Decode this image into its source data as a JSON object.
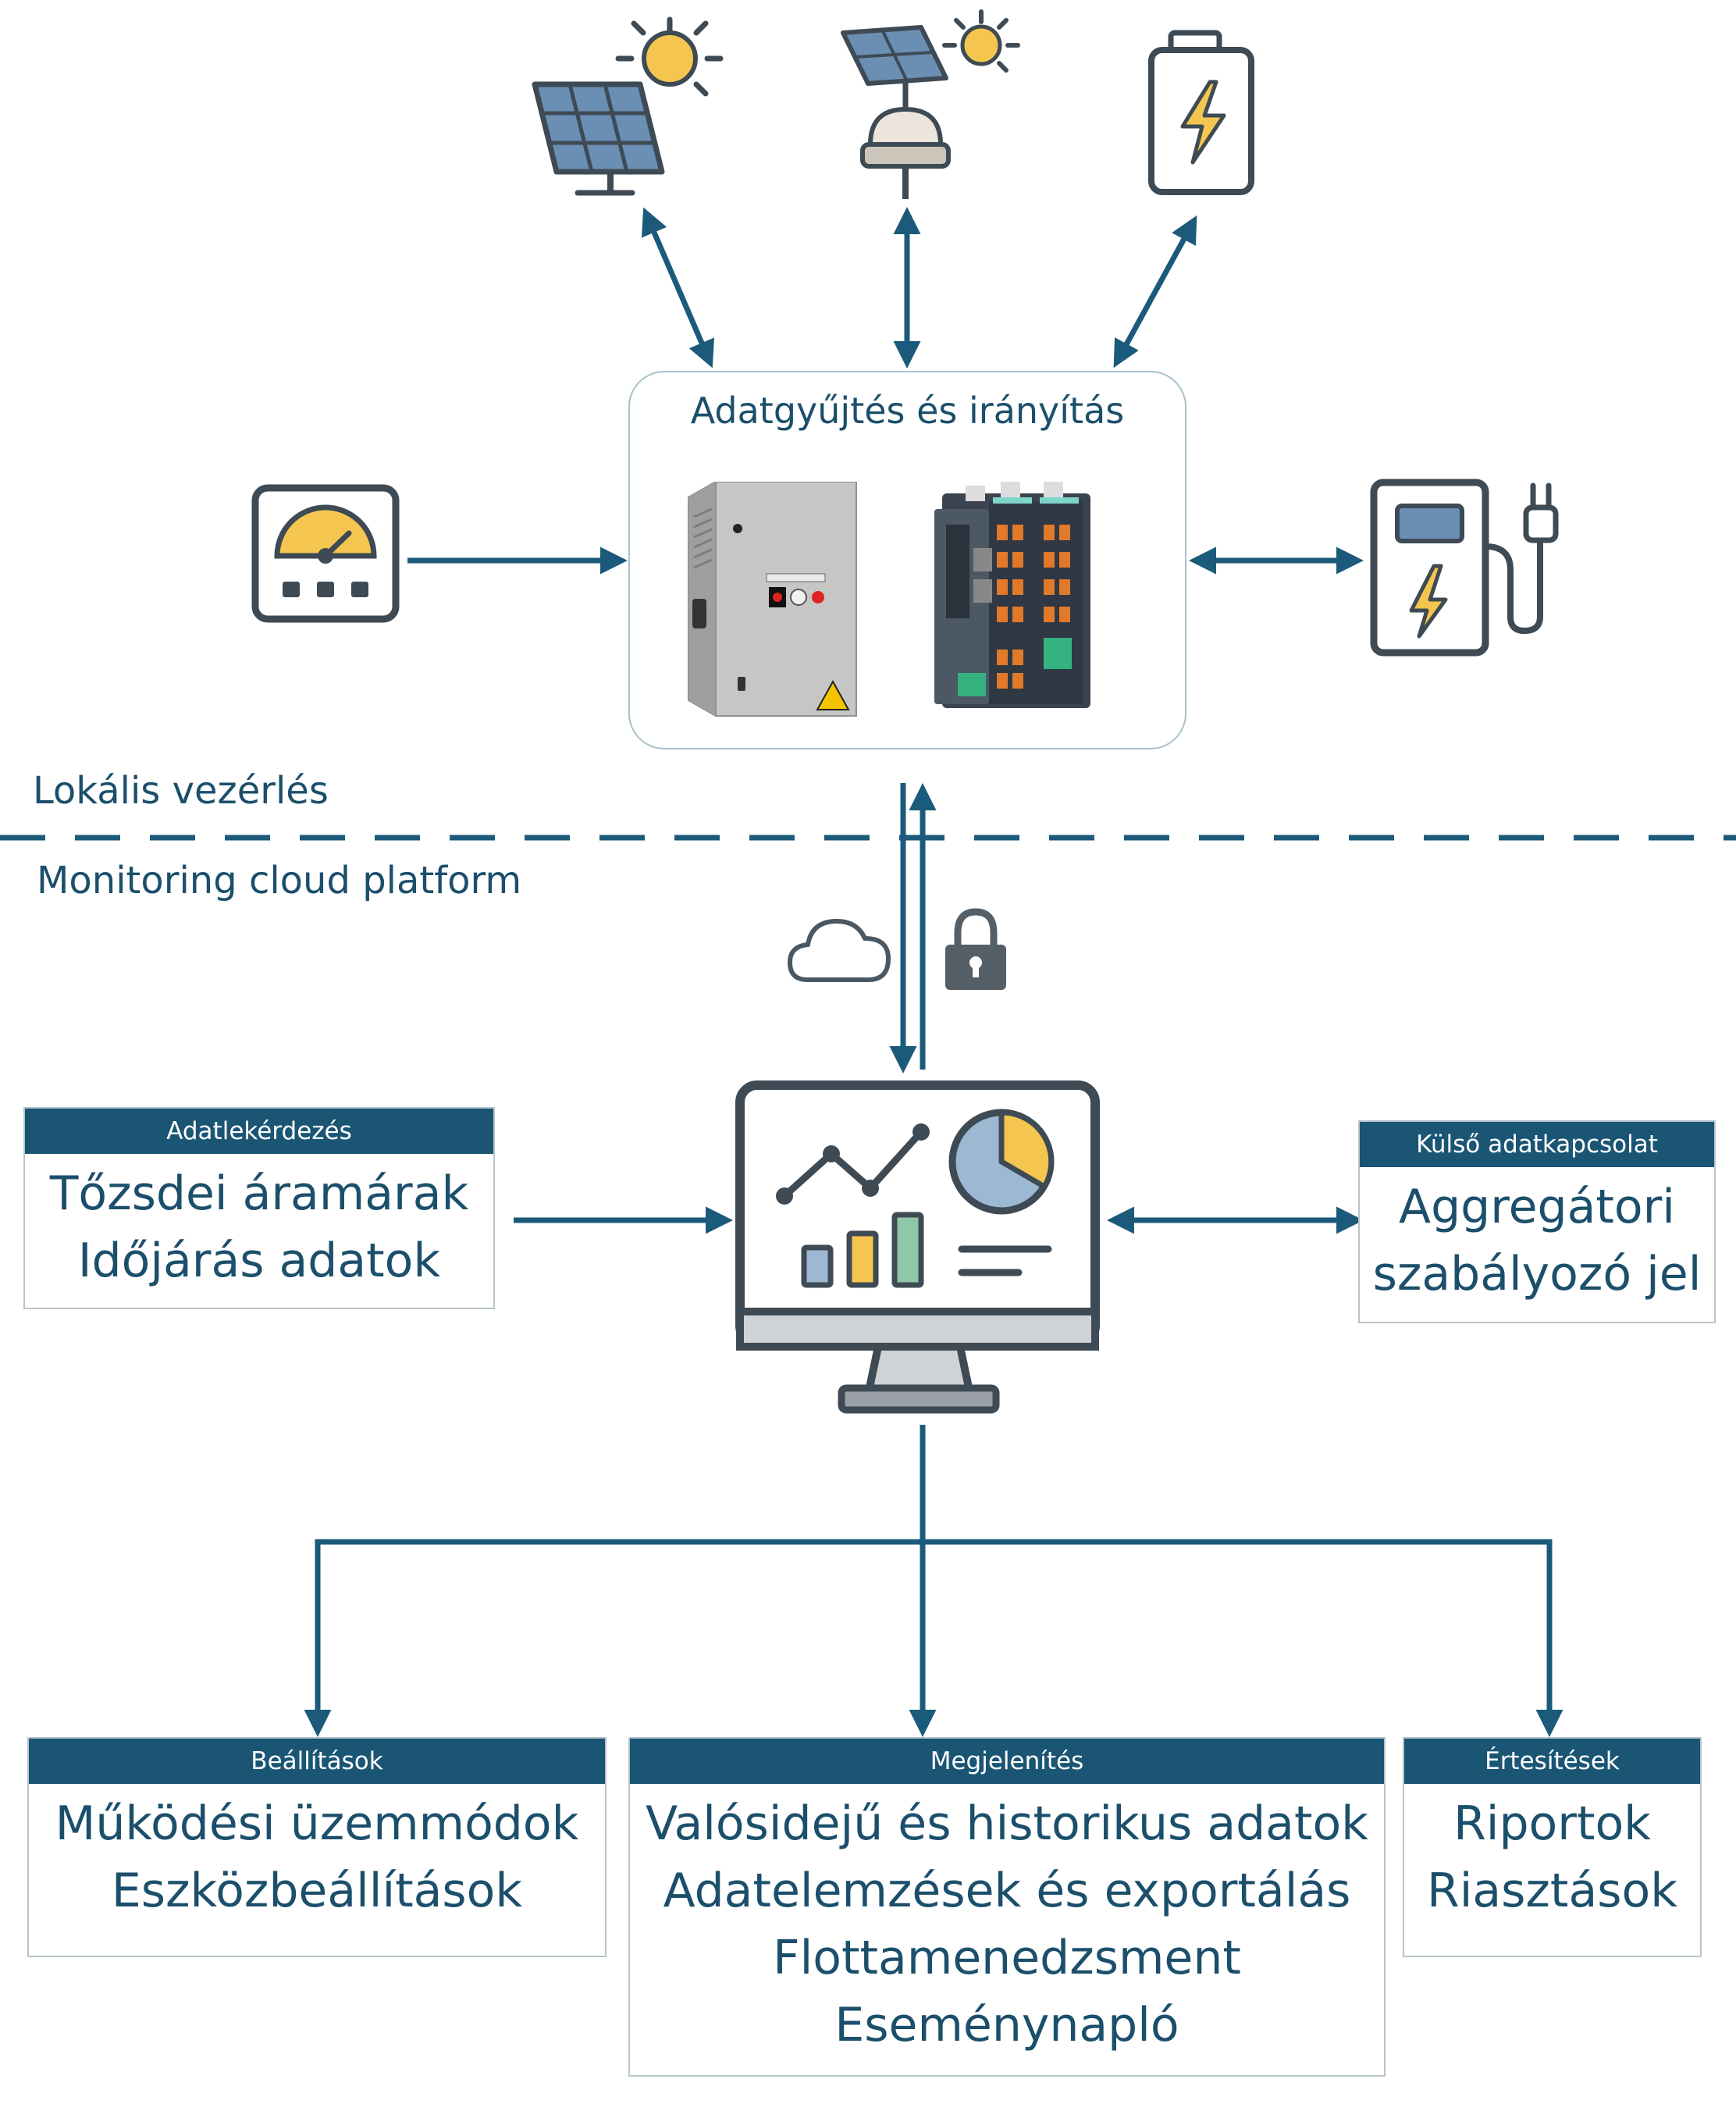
{
  "control": {
    "title": "Adatgyűjtés és irányítás"
  },
  "zones": {
    "local": "Lokális vezérlés",
    "cloud": "Monitoring cloud platform"
  },
  "cards": {
    "data_query": {
      "header": "Adatlekérdezés",
      "lines": [
        "Tőzsdei áramárak",
        "Időjárás adatok"
      ]
    },
    "external": {
      "header": "Külső adatkapcsolat",
      "lines": [
        "Aggregátori",
        "szabályozó jel"
      ]
    },
    "settings": {
      "header": "Beállítások",
      "lines": [
        "Működési üzemmódok",
        "Eszközbeállítások"
      ]
    },
    "display": {
      "header": "Megjelenítés",
      "lines": [
        "Valósidejű és historikus adatok",
        "Adatelemzések és exportálás",
        "Flottamenedzsment",
        "Eseménynapló"
      ]
    },
    "notifications": {
      "header": "Értesítések",
      "lines": [
        "Riportok",
        "Riasztások"
      ]
    }
  },
  "icons": [
    "solar-panel-icon",
    "weather-station-icon",
    "battery-icon",
    "energy-meter-icon",
    "ev-charger-icon",
    "cloud-icon",
    "lock-icon",
    "monitor-dashboard-icon",
    "control-cabinet-image",
    "controller-module-image"
  ],
  "colors": {
    "accent": "#1a5574",
    "arrow": "#1b5a7a",
    "icon_dark": "#3e4a54",
    "sun": "#f5c64f",
    "panel_blue": "#6b8fb3",
    "pie_blue": "#9db8d3"
  }
}
